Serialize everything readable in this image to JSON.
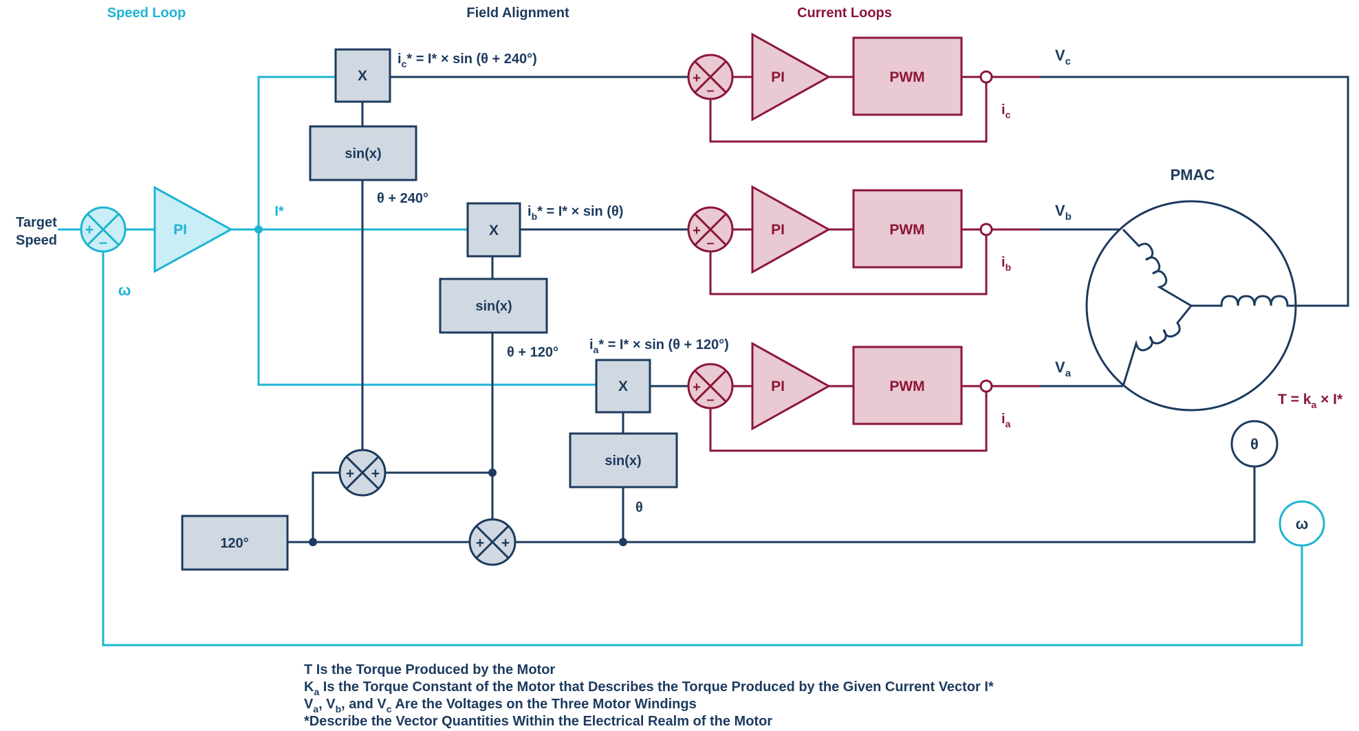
{
  "headers": {
    "speed_loop": "Speed Loop",
    "field_alignment": "Field Alignment",
    "current_loops": "Current Loops"
  },
  "speed": {
    "target_line1": "Target",
    "target_line2": "Speed",
    "pi": "PI",
    "omega": "ω",
    "istar": "I*"
  },
  "field": {
    "mult": "X",
    "sin": "sin(x)",
    "theta240": "θ + 240°",
    "theta120": "θ + 120°",
    "theta": "θ",
    "offset": "120°",
    "eq_c": {
      "i": "i",
      "sub": "c",
      "rest": "* = I* × sin (θ + 240°)"
    },
    "eq_b": {
      "i": "i",
      "sub": "b",
      "rest": "* = I* × sin (θ)"
    },
    "eq_a": {
      "i": "i",
      "sub": "a",
      "rest": "* = I* × sin (θ + 120°)"
    }
  },
  "current": {
    "pi": "PI",
    "pwm": "PWM",
    "plus": "+",
    "minus": "–",
    "i": "i",
    "v": "V",
    "sub_c": "c",
    "sub_b": "b",
    "sub_a": "a"
  },
  "motor": {
    "label": "PMAC",
    "torque": {
      "t": "T = k",
      "sub": "a",
      "rest": " × I*"
    },
    "theta_sensor": "θ",
    "omega_sensor": "ω"
  },
  "notes": {
    "line1": "T Is the Torque Produced by the Motor",
    "line2": {
      "k": "K",
      "sub": "a",
      "rest": " Is the Torque Constant of the Motor that Describes the Torque Produced by the Given Current Vector I*"
    },
    "line3": {
      "v1": "V",
      "s1": "a",
      "c1": ", V",
      "s2": "b",
      "c2": ", and V",
      "s3": "c",
      "rest": " Are the Voltages on the Three Motor Windings"
    },
    "line4": "*Describe the Vector Quantities Within the Electrical Realm of the Motor"
  },
  "colors": {
    "speed_loop": "#1db4d2",
    "field_alignment": "#1c3a5e",
    "current_loops": "#8b1538"
  }
}
